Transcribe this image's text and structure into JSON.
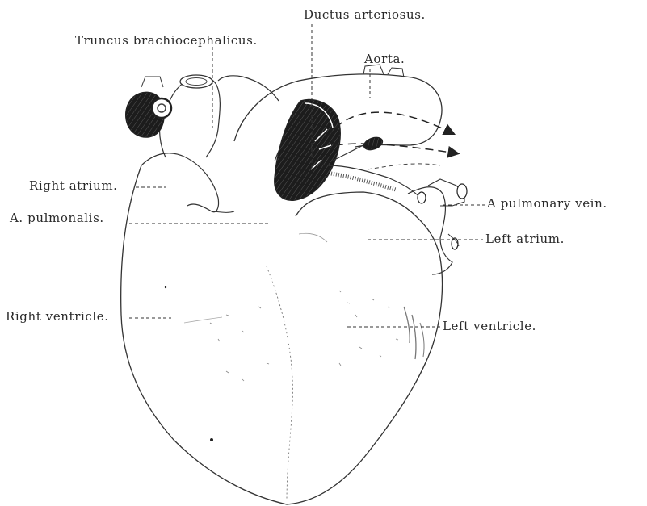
{
  "figure": {
    "labels": {
      "ductus_arteriosus": "Ductus arteriosus.",
      "truncus_brachiocephalicus": "Truncus brachiocephalicus.",
      "aorta": "Aorta.",
      "right_atrium": "Right atrium.",
      "a_pulmonalis": "A. pulmonalis.",
      "pulmonary_vein": "A pulmonary vein.",
      "left_atrium": "Left atrium.",
      "right_ventricle": "Right ventricle.",
      "left_ventricle": "Left ventricle."
    }
  }
}
